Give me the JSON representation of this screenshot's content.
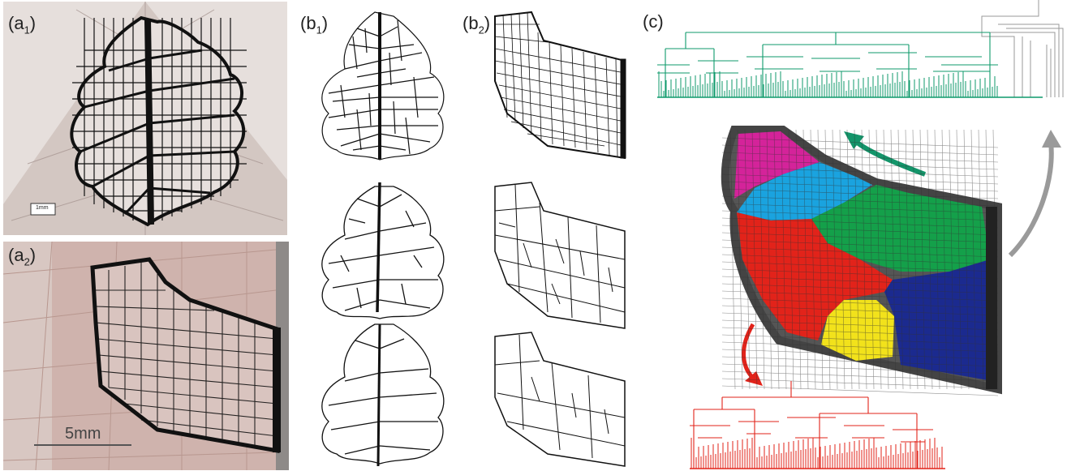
{
  "panels": {
    "a1": {
      "label_main": "(a",
      "label_sub": "1",
      "label_close": ")",
      "scale_text": "1mm"
    },
    "a2": {
      "label_main": "(a",
      "label_sub": "2",
      "label_close": ")",
      "scale_text": "5mm"
    },
    "b1": {
      "label_main": "(b",
      "label_sub": "1",
      "label_close": ")"
    },
    "b2": {
      "label_main": "(b",
      "label_sub": "2",
      "label_close": ")"
    },
    "c": {
      "label_main": "(c)"
    }
  },
  "colors": {
    "vein": "#111111",
    "photo_bg_a1": "#d9cfcb",
    "photo_bg_a2": "#c9ada6",
    "magenta": "#d4239a",
    "cyan": "#1aa3df",
    "green": "#14a04a",
    "red": "#e2231a",
    "yellow": "#f2e21b",
    "navy": "#1b2a8f",
    "tree_green": "#0f9a6b",
    "tree_red": "#e2231a",
    "tree_grey": "#999999",
    "arrow_green": "#13956a",
    "arrow_red": "#e2231a",
    "arrow_grey": "#9a9a9a"
  }
}
